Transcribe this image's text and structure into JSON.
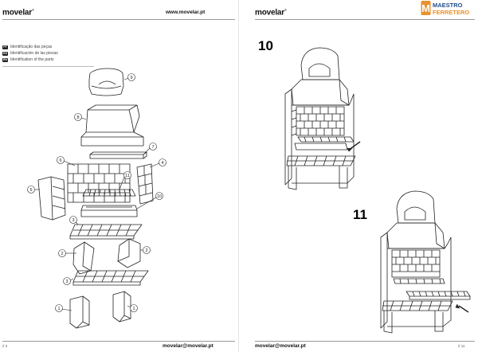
{
  "left_page": {
    "brand": "movelar",
    "url": "www.movelar.pt",
    "legend": [
      {
        "code": "PT",
        "label": "Identificação das peças"
      },
      {
        "code": "ES",
        "label": "Identificación de las piezas"
      },
      {
        "code": "EN",
        "label": "Identification of the parts"
      }
    ],
    "callouts": [
      "9",
      "8",
      "7",
      "6",
      "4",
      "5",
      "11",
      "10",
      "3",
      "2",
      "2",
      "3",
      "1",
      "1"
    ],
    "footer_email": "movelar@movelar.pt",
    "page_number": "// 2"
  },
  "right_page": {
    "brand": "movelar",
    "badge_top": "MAESTRO",
    "badge_bottom": "FERRETERO",
    "badge_letter": "M",
    "step_a": "10",
    "step_b": "11",
    "footer_email": "movelar@movelar.pt",
    "page_number": "// 11"
  },
  "colors": {
    "badge_orange": "#e8912d",
    "badge_blue": "#1f4e8c",
    "line": "#222222"
  }
}
